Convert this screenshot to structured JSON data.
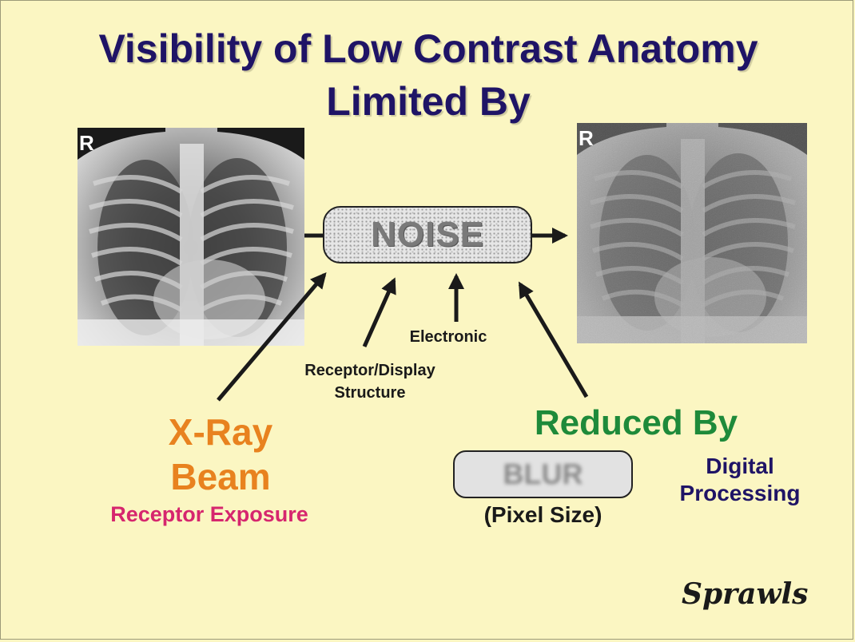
{
  "title": {
    "line1": "Visibility of Low Contrast Anatomy",
    "line2": "Limited By"
  },
  "images": {
    "left": {
      "marker": "R",
      "subject": "chest-xray-original"
    },
    "right": {
      "marker": "R",
      "subject": "chest-xray-noisy"
    }
  },
  "noise_box": {
    "label": "NOISE"
  },
  "sources": {
    "electronic": "Electronic",
    "receptor_display": [
      "Receptor/Display",
      "Structure"
    ],
    "xray_beam": [
      "X-Ray",
      "Beam"
    ],
    "receptor_exposure": "Receptor Exposure"
  },
  "reduction": {
    "heading": "Reduced By",
    "blur_label": "BLUR",
    "blur_note": "(Pixel Size)",
    "digital_processing": [
      "Digital",
      "Processing"
    ]
  },
  "signature": "Sprawls",
  "colors": {
    "background": "#fbf6c2",
    "title": "#1f1466",
    "xray_beam": "#e8821f",
    "receptor_exposure": "#d6266e",
    "reduced_by": "#1e8a3a",
    "digital_processing": "#1f1466"
  }
}
